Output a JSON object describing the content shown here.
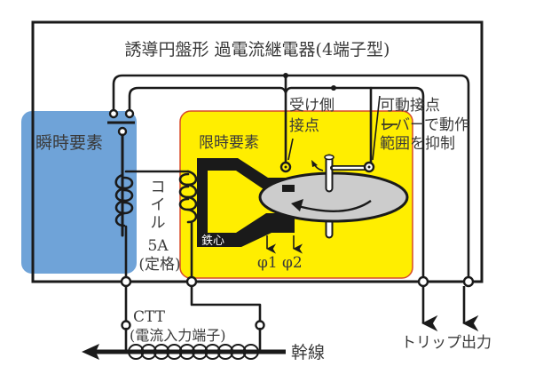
{
  "title": "誘導円盤形 過電流継電器(4端子型)",
  "colors": {
    "instant_element_bg": "#6fa3d8",
    "time_element_bg": "#ffee00",
    "time_element_border": "#d84a2a",
    "disk_fill": "#cccccc",
    "wire": "#1a1a1a",
    "text": "#3a3a3a"
  },
  "labels": {
    "instant_element": "瞬時要素",
    "time_element": "限時要素",
    "receiving_contact_line1": "受け側",
    "receiving_contact_line2": "接点",
    "movable_contact_line1": "可動接点",
    "movable_contact_line2": "レバーで動作",
    "movable_contact_line3": "範囲を抑制",
    "coil_chars": [
      "コ",
      "イ",
      "ル"
    ],
    "rating_value": "5A",
    "rating_note": "(定格)",
    "iron_core": "鉄心",
    "phi1": "φ1",
    "phi2": "φ2",
    "ctt": "CTT",
    "ctt_note": "(電流入力端子)",
    "feeder": "幹線",
    "trip_output": "トリップ出力"
  }
}
